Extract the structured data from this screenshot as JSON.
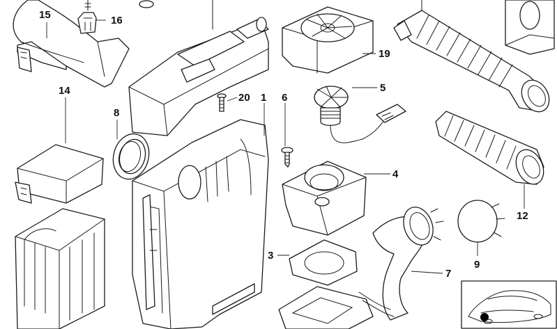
{
  "diagram": {
    "labels": {
      "p1": "1",
      "p3": "3",
      "p4": "4",
      "p5": "5",
      "p6": "6",
      "p7": "7",
      "p8": "8",
      "p9": "9",
      "p12": "12",
      "p14": "14",
      "p15": "15",
      "p16": "16",
      "p19": "19",
      "p20": "20"
    },
    "colors": {
      "line": "#1a1a1a",
      "background": "#ffffff",
      "marker": "#000000"
    },
    "icons": {
      "car_locator": "car-silhouette-icon"
    }
  }
}
